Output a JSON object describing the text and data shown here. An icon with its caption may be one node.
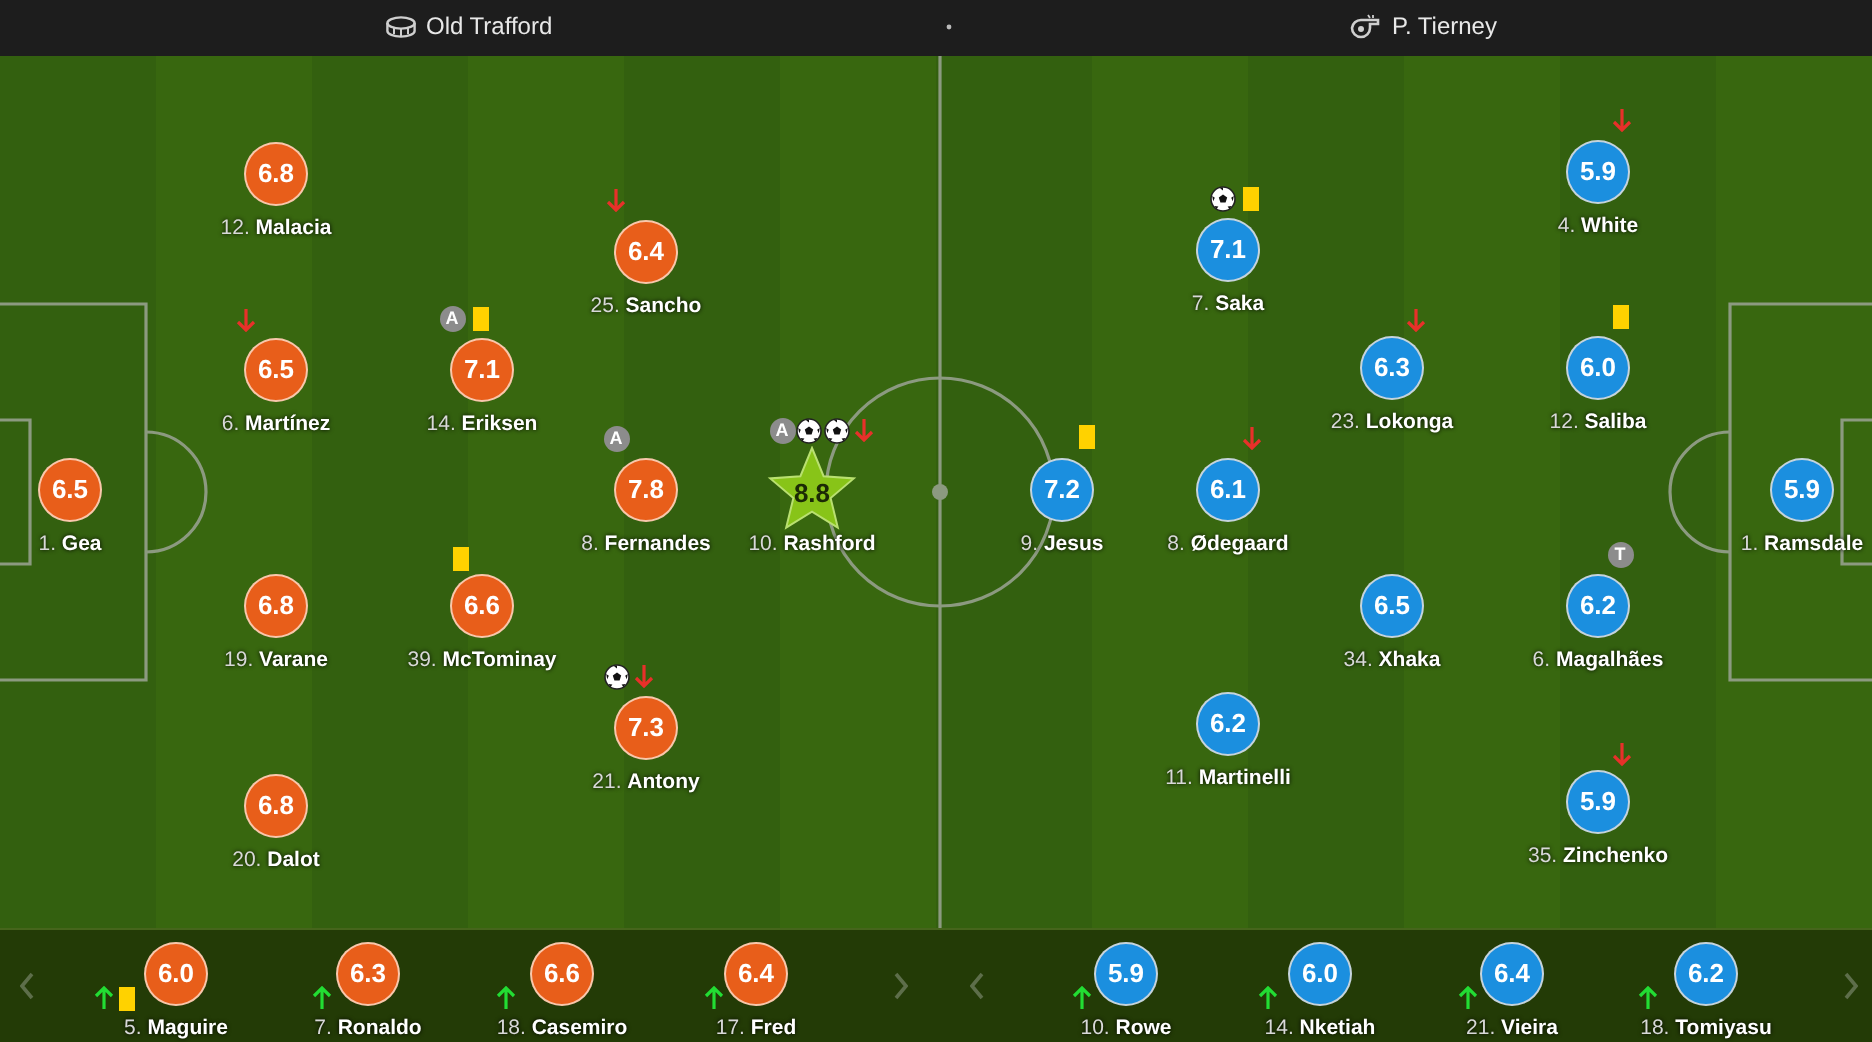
{
  "diagram": {
    "nodes": [
      {
        "text": [
          "6.5",
          "1. **Gea**"
        ]
      },
      {
        "text": [
          "6.8",
          "12. **Malacia**"
        ]
      },
      {
        "text": [
          "6.5",
          "6. **Martínez**"
        ]
      },
      {
        "text": [
          "6.8",
          "19. **Varane**"
        ]
      },
      {
        "text": [
          "6.8",
          "20. **Dalot**"
        ]
      },
      {
        "text": [
          "7.1",
          "14. **Eriksen**"
        ],
        "beside": [
          "A"
        ]
      },
      {
        "text": [
          "6.6",
          "39. **McTominay**"
        ]
      },
      {
        "text": [
          "6.4",
          "25. **Sancho**"
        ]
      },
      {
        "text": [
          "7.8",
          "8. **Fernandes**"
        ],
        "beside": [
          "A"
        ]
      },
      {
        "text": [
          "7.3",
          "21. **Antony**"
        ]
      },
      {
        "text": [
          "8.8",
          "10. **Rashford**"
        ],
        "beside": [
          "A"
        ]
      },
      {
        "text": [
          "7.2",
          "9. **Jesus**"
        ]
      },
      {
        "text": [
          "7.1",
          "7. **Saka**"
        ]
      },
      {
        "text": [
          "6.1",
          "8. **Ødegaard**"
        ]
      },
      {
        "text": [
          "6.2",
          "11. **Martinelli**"
        ]
      },
      {
        "text": [
          "6.3",
          "23. **Lokonga**"
        ]
      },
      {
        "text": [
          "6.5",
          "34. **Xhaka**"
        ]
      },
      {
        "text": [
          "5.9",
          "4. **White**"
        ]
      },
      {
        "text": [
          "6.0",
          "12. **Saliba**"
        ]
      },
      {
        "text": [
          "6.2",
          "6. **Magalhães**"
        ],
        "beside": [
          "T"
        ]
      },
      {
        "text": [
          "5.9",
          "35. **Zinchenko**"
        ]
      },
      {
        "text": [
          "5.9",
          "1. **Ramsdale**"
        ]
      },
      {
        "text": [
          "6.0",
          "5. **Maguire**"
        ]
      },
      {
        "text": [
          "6.3",
          "7. **Ronaldo**"
        ]
      },
      {
        "text": [
          "6.6",
          "18. **Casemiro**"
        ]
      },
      {
        "text": [
          "6.4",
          "17. **Fred**"
        ]
      },
      {
        "text": [
          "5.9",
          "10. **Rowe**"
        ]
      },
      {
        "text": [
          "6.0",
          "14. **Nketiah**"
        ]
      },
      {
        "text": [
          "6.4",
          "21. **Vieira**"
        ]
      },
      {
        "text": [
          "6.2",
          "18. **Tomiyasu**"
        ]
      }
    ],
    "labels": [
      "Old Trafford",
      "P. Tierney"
    ]
  }
}
